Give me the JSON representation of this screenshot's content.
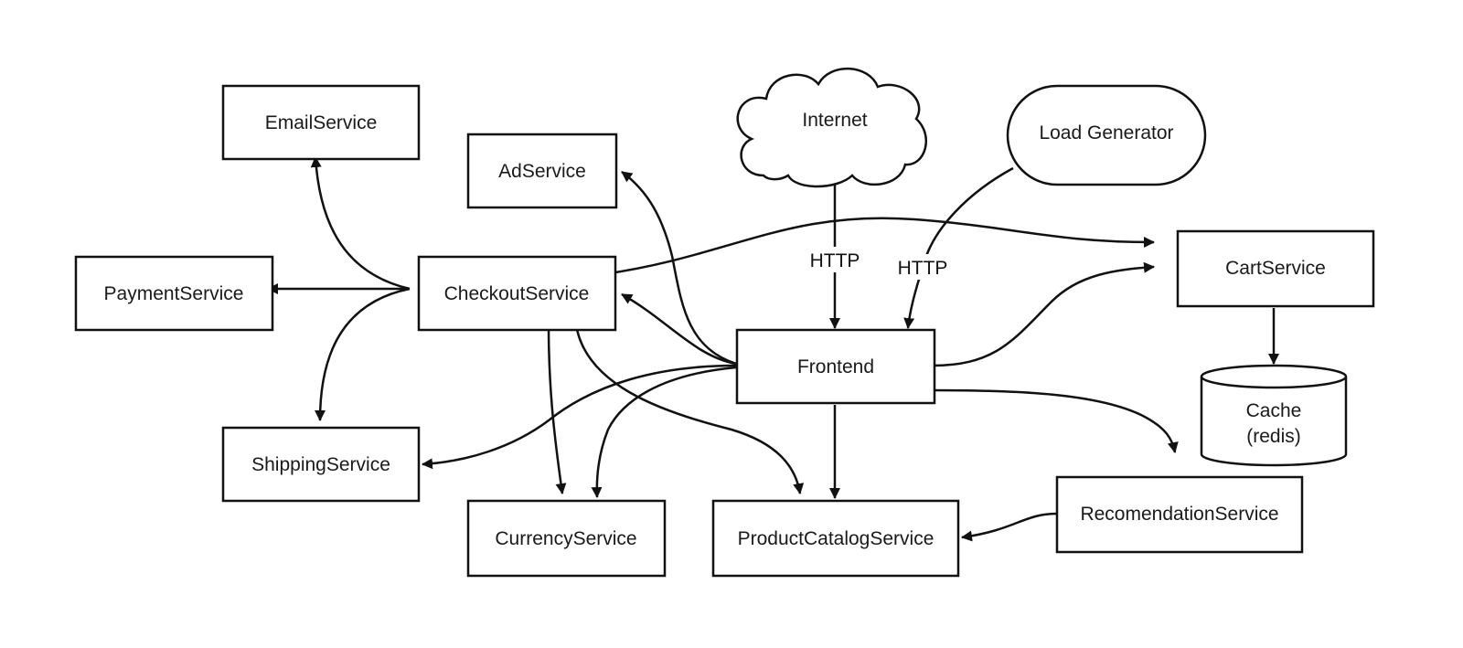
{
  "nodes": {
    "email": {
      "label": "EmailService"
    },
    "ad": {
      "label": "AdService"
    },
    "internet": {
      "label": "Internet"
    },
    "loadgen": {
      "label": "Load Generator"
    },
    "payment": {
      "label": "PaymentService"
    },
    "checkout": {
      "label": "CheckoutService"
    },
    "cart": {
      "label": "CartService"
    },
    "frontend": {
      "label": "Frontend"
    },
    "cache": {
      "label_line1": "Cache",
      "label_line2": "(redis)"
    },
    "shipping": {
      "label": "ShippingService"
    },
    "currency": {
      "label": "CurrencyService"
    },
    "productcatalog": {
      "label": "ProductCatalogService"
    },
    "recommendation": {
      "label": "RecomendationService"
    }
  },
  "edges": {
    "internet_frontend": {
      "label": "HTTP"
    },
    "loadgen_frontend": {
      "label": "HTTP"
    }
  },
  "colors": {
    "stroke": "#111111",
    "background": "#ffffff"
  }
}
